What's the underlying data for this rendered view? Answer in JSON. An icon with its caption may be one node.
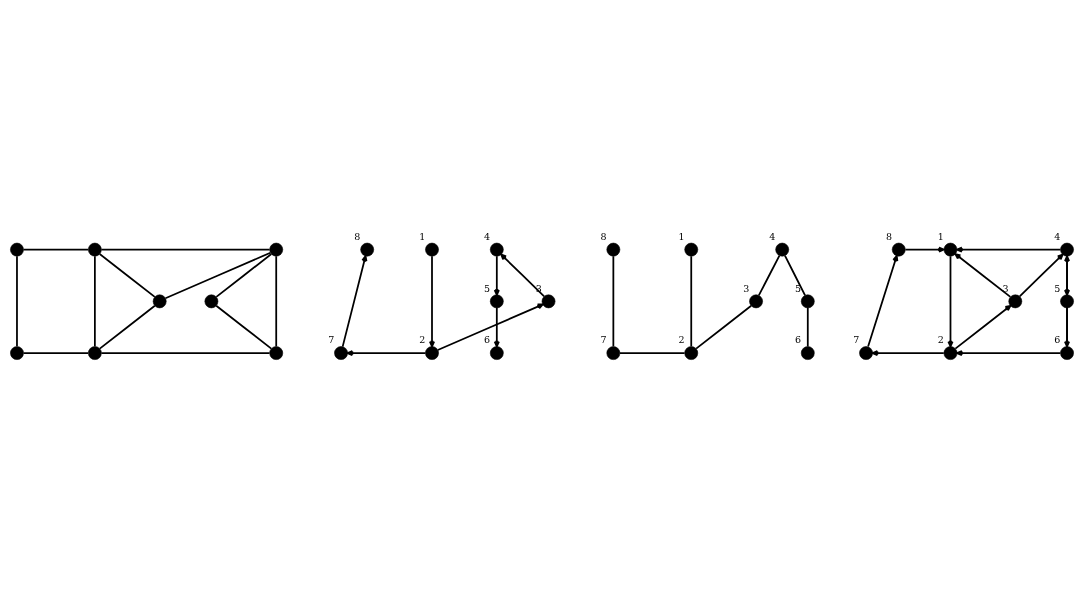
{
  "diagram": {
    "nodes": [
      {
        "text": [],
        "shape": "circle"
      },
      {
        "text": [],
        "shape": "circle"
      },
      {
        "text": [],
        "shape": "circle"
      },
      {
        "text": [],
        "shape": "circle"
      },
      {
        "text": [],
        "shape": "circle"
      },
      {
        "text": [],
        "shape": "circle"
      },
      {
        "text": [],
        "shape": "circle"
      },
      {
        "text": [],
        "shape": "circle"
      },
      {
        "text": [],
        "shape": "circle",
        "beside": [
          "8"
        ]
      },
      {
        "text": [],
        "shape": "circle",
        "beside": [
          "1"
        ]
      },
      {
        "text": [],
        "shape": "circle",
        "beside": [
          "4"
        ]
      },
      {
        "text": [],
        "shape": "circle",
        "beside": [
          "3"
        ]
      },
      {
        "text": [],
        "shape": "circle",
        "beside": [
          "5"
        ]
      },
      {
        "text": [],
        "shape": "circle",
        "beside": [
          "7"
        ]
      },
      {
        "text": [],
        "shape": "circle",
        "beside": [
          "2"
        ]
      },
      {
        "text": [],
        "shape": "circle",
        "beside": [
          "6"
        ]
      },
      {
        "text": [],
        "shape": "circle",
        "beside": [
          "8"
        ]
      },
      {
        "text": [],
        "shape": "circle",
        "beside": [
          "1"
        ]
      },
      {
        "text": [],
        "shape": "circle",
        "beside": [
          "4"
        ]
      },
      {
        "text": [],
        "shape": "circle",
        "beside": [
          "3"
        ]
      },
      {
        "text": [],
        "shape": "circle",
        "beside": [
          "5"
        ]
      },
      {
        "text": [],
        "shape": "circle",
        "beside": [
          "7"
        ]
      },
      {
        "text": [],
        "shape": "circle",
        "beside": [
          "2"
        ]
      },
      {
        "text": [],
        "shape": "circle",
        "beside": [
          "6"
        ]
      },
      {
        "text": [],
        "shape": "circle",
        "beside": [
          "8"
        ]
      },
      {
        "text": [],
        "shape": "circle",
        "beside": [
          "1"
        ]
      },
      {
        "text": [],
        "shape": "circle",
        "beside": [
          "4"
        ]
      },
      {
        "text": [],
        "shape": "circle",
        "beside": [
          "3"
        ]
      },
      {
        "text": [],
        "shape": "circle",
        "beside": [
          "5"
        ]
      },
      {
        "text": [],
        "shape": "circle",
        "beside": [
          "7"
        ]
      },
      {
        "text": [],
        "shape": "circle",
        "beside": [
          "2"
        ]
      },
      {
        "text": [],
        "shape": "circle",
        "beside": [
          "6"
        ]
      }
    ],
    "edges": [
      {
        "from": 0,
        "to": 1,
        "arrow": "none"
      },
      {
        "from": 1,
        "to": 2,
        "arrow": "none"
      },
      {
        "from": 0,
        "to": 5,
        "arrow": "none"
      },
      {
        "from": 1,
        "to": 6,
        "arrow": "none"
      },
      {
        "from": 1,
        "to": 3,
        "arrow": "none"
      },
      {
        "from": 2,
        "to": 3,
        "arrow": "none"
      },
      {
        "from": 2,
        "to": 7,
        "arrow": "none"
      },
      {
        "from": 2,
        "to": 4,
        "arrow": "none"
      },
      {
        "from": 3,
        "to": 6,
        "arrow": "none"
      },
      {
        "from": 4,
        "to": 7,
        "arrow": "none"
      },
      {
        "from": 5,
        "to": 6,
        "arrow": "none"
      },
      {
        "from": 6,
        "to": 7,
        "arrow": "none"
      },
      {
        "from": 9,
        "to": 14,
        "arrow": "to"
      },
      {
        "from": 14,
        "to": 13,
        "arrow": "to"
      },
      {
        "from": 13,
        "to": 8,
        "arrow": "to"
      },
      {
        "from": 14,
        "to": 11,
        "arrow": "to"
      },
      {
        "from": 11,
        "to": 10,
        "arrow": "to"
      },
      {
        "from": 10,
        "to": 12,
        "arrow": "to"
      },
      {
        "from": 12,
        "to": 15,
        "arrow": "to"
      },
      {
        "from": 16,
        "to": 21,
        "arrow": "none"
      },
      {
        "from": 17,
        "to": 22,
        "arrow": "none"
      },
      {
        "from": 21,
        "to": 22,
        "arrow": "none"
      },
      {
        "from": 19,
        "to": 22,
        "arrow": "none"
      },
      {
        "from": 18,
        "to": 19,
        "arrow": "none"
      },
      {
        "from": 18,
        "to": 20,
        "arrow": "none"
      },
      {
        "from": 20,
        "to": 23,
        "arrow": "none"
      },
      {
        "from": 24,
        "to": 25,
        "arrow": "to"
      },
      {
        "from": 26,
        "to": 25,
        "arrow": "to"
      },
      {
        "from": 27,
        "to": 25,
        "arrow": "to"
      },
      {
        "from": 25,
        "to": 30,
        "arrow": "to"
      },
      {
        "from": 30,
        "to": 27,
        "arrow": "to"
      },
      {
        "from": 27,
        "to": 26,
        "arrow": "to"
      },
      {
        "from": 26,
        "to": 28,
        "arrow": "to"
      },
      {
        "from": 28,
        "to": 31,
        "arrow": "to"
      },
      {
        "from": 31,
        "to": 26,
        "arrow": "to"
      },
      {
        "from": 31,
        "to": 30,
        "arrow": "to"
      },
      {
        "from": 30,
        "to": 29,
        "arrow": "to"
      },
      {
        "from": 29,
        "to": 24,
        "arrow": "to"
      }
    ]
  }
}
